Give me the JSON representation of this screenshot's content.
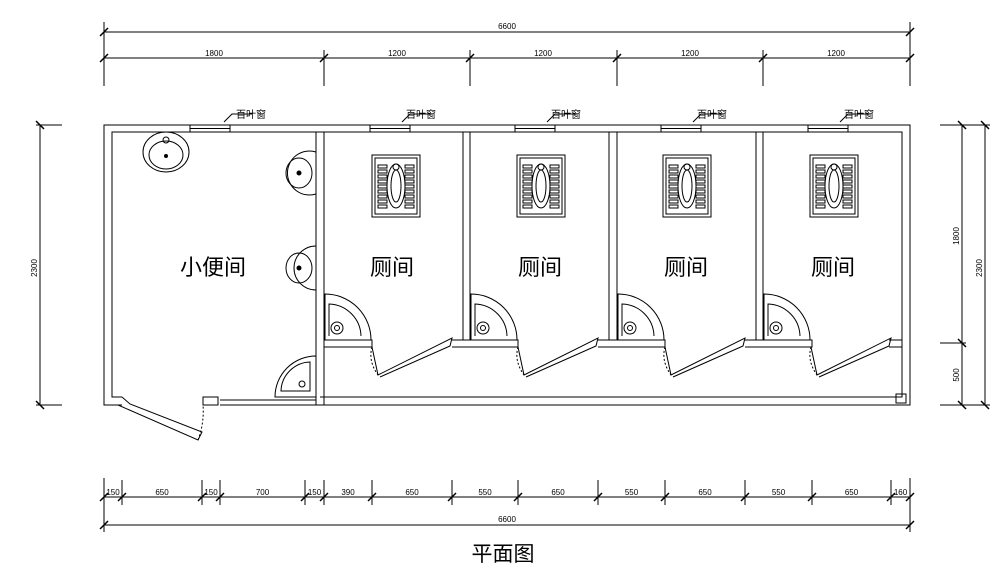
{
  "caption": "平面图",
  "rooms": [
    {
      "label": "小便间"
    },
    {
      "label": "厕间"
    },
    {
      "label": "厕间"
    },
    {
      "label": "厕间"
    },
    {
      "label": "厕间"
    }
  ],
  "window_label": "百叶窗",
  "top_dims": {
    "overall": "6600",
    "segments": [
      "1800",
      "1200",
      "1200",
      "1200",
      "1200"
    ]
  },
  "bottom_dims": {
    "overall": "6600",
    "segments": [
      "150",
      "650",
      "150",
      "700",
      "150",
      "390",
      "650",
      "550",
      "650",
      "550",
      "650",
      "550",
      "650",
      "160"
    ]
  },
  "left_dims": {
    "overall": "2300"
  },
  "right_dims": {
    "overall": "2300",
    "upper": "1800",
    "lower": "500"
  }
}
